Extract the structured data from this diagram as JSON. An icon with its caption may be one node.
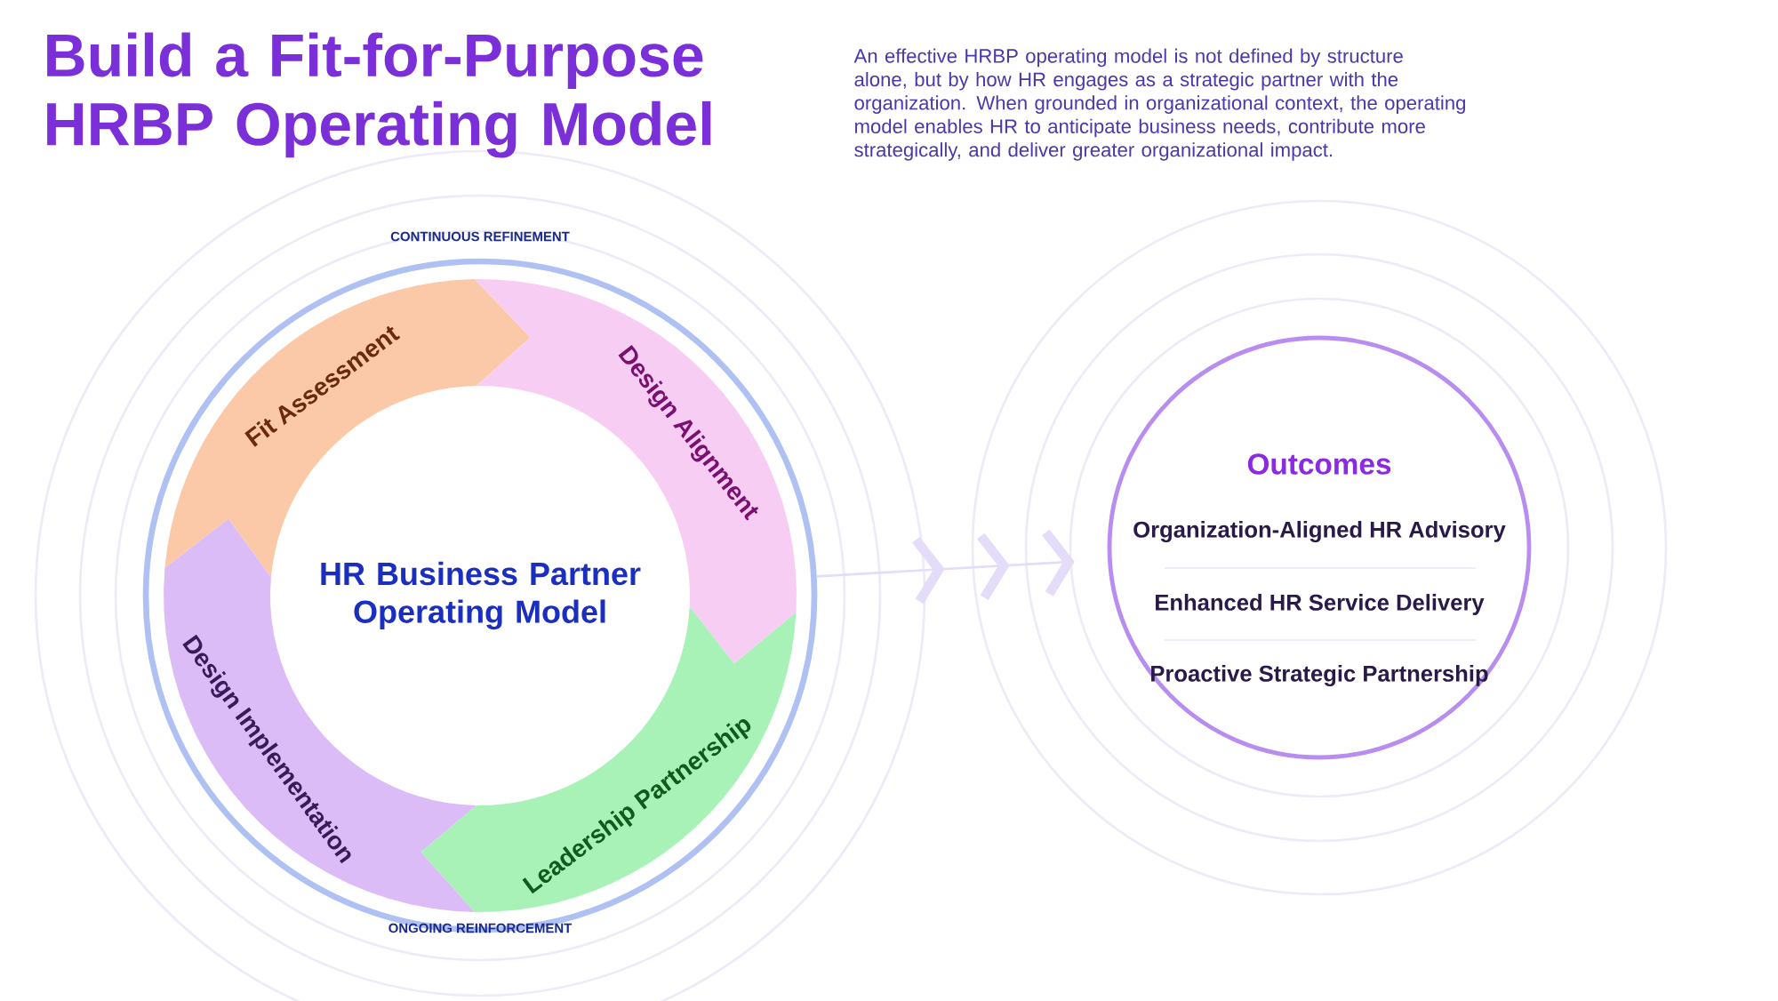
{
  "diagram": {
    "title": "Build a Fit-for-Purpose HRBP Operating Model",
    "nodes": [
      {
        "text": [
          "CONTINUOUS REFINEMENT",
          "ONGOING REINFORCEMENT"
        ]
      },
      {
        "text": [
          "HR Business Partner Operating Model"
        ],
        "in": 0
      },
      {
        "text": [
          "Fit Assessment"
        ],
        "in": 0
      },
      {
        "text": [
          "Design Alignment"
        ],
        "in": 0
      },
      {
        "text": [
          "Leadership Partnership"
        ],
        "in": 0
      },
      {
        "text": [
          "Design Implementation"
        ],
        "in": 0
      },
      {
        "text": [
          "Outcomes",
          "Organization-Aligned HR Advisory",
          "Enhanced HR Service Delivery",
          "Proactive Strategic Partnership"
        ]
      }
    ],
    "edges": [
      {
        "from": 0,
        "to": 6,
        "arrow": "to"
      }
    ],
    "labels": [
      "An effective HRBP operating model is not defined by structure alone, but by how HR engages as a strategic partner with the organization. When grounded in organizational context, the operating model enables HR to anticipate business needs, contribute more strategically, and deliver greater organizational impact."
    ]
  }
}
